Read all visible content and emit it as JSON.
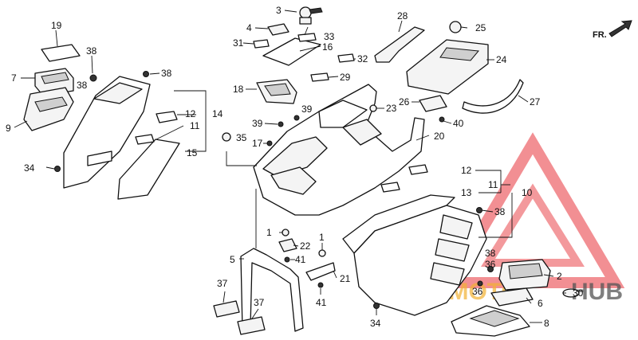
{
  "direction_label": "FR.",
  "watermark": {
    "text_a": "AUTOMOTO",
    "text_b": "HUB",
    "color_a": "#f2b233",
    "color_b": "#555555",
    "triangle_color": "#e8333a"
  },
  "labels": {
    "l1a": "1",
    "l1b": "1",
    "l2": "2",
    "l3": "3",
    "l4": "4",
    "l5": "5",
    "l6": "6",
    "l7": "7",
    "l8": "8",
    "l9": "9",
    "l10": "10",
    "l11a": "11",
    "l11b": "11",
    "l12a": "12",
    "l12b": "12",
    "l13": "13",
    "l14": "14",
    "l15": "15",
    "l16": "16",
    "l17": "17",
    "l18": "18",
    "l19": "19",
    "l20": "20",
    "l21": "21",
    "l22": "22",
    "l23": "23",
    "l24": "24",
    "l25": "25",
    "l26": "26",
    "l27": "27",
    "l28": "28",
    "l29": "29",
    "l30": "30",
    "l31": "31",
    "l32": "32",
    "l33": "33",
    "l34a": "34",
    "l34b": "34",
    "l35": "35",
    "l36a": "36",
    "l36b": "36",
    "l37a": "37",
    "l37b": "37",
    "l38a": "38",
    "l38b": "38",
    "l38c": "38",
    "l38d": "38",
    "l39a": "39",
    "l39b": "39",
    "l40": "40",
    "l41a": "41",
    "l41b": "41"
  }
}
